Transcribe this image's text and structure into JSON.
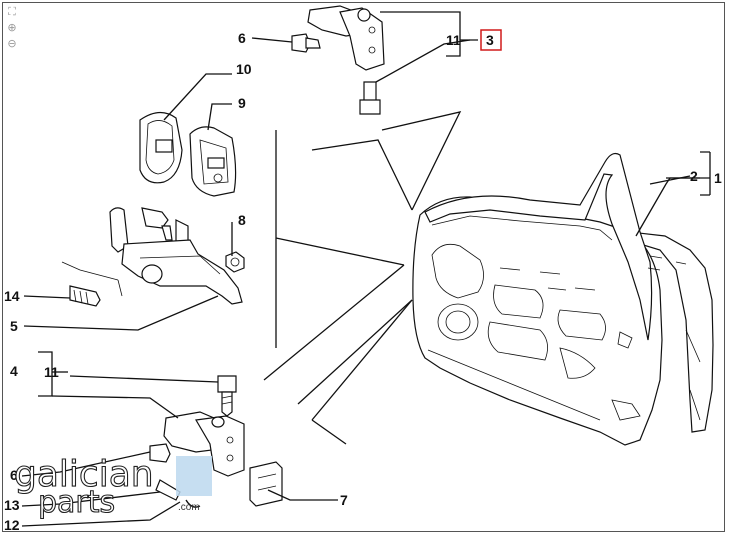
{
  "zoom": {
    "fit_icon": "fit-to-screen-icon",
    "zoom_in_icon": "zoom-in-icon",
    "zoom_out_icon": "zoom-out-icon"
  },
  "labels": {
    "l1": "1",
    "l2": "2",
    "l3": "3",
    "l4": "4",
    "l5": "5",
    "l6": "6",
    "l7": "7",
    "l8": "8",
    "l9": "9",
    "l10": "10",
    "l11_top": "11",
    "l11_bottom": "11",
    "l12": "12",
    "l13": "13",
    "l14": "14",
    "l6_bottom": "6"
  },
  "watermark": {
    "line1": "galician",
    "line2": "parts",
    "suffix": ".com"
  },
  "colors": {
    "highlight_box": "#d11a1a",
    "watermark_accent": "#bcd8ef"
  }
}
